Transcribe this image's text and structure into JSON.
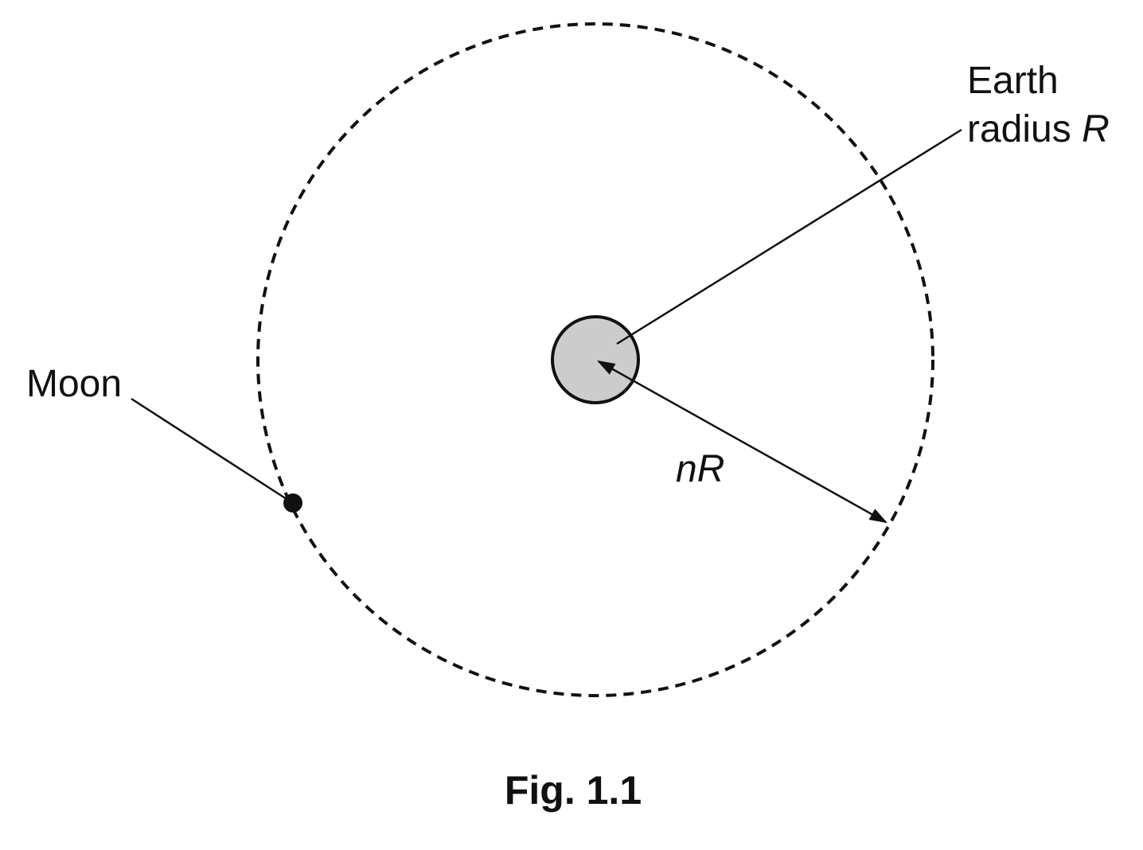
{
  "labels": {
    "earth_line1": "Earth",
    "earth_line2_prefix": "radius ",
    "earth_line2_symbol": "R",
    "moon": "Moon",
    "orbit_radius": "nR"
  },
  "caption": "Fig. 1.1",
  "colors": {
    "earth_fill": "#cccccc",
    "stroke": "#111111",
    "background": "#ffffff"
  }
}
